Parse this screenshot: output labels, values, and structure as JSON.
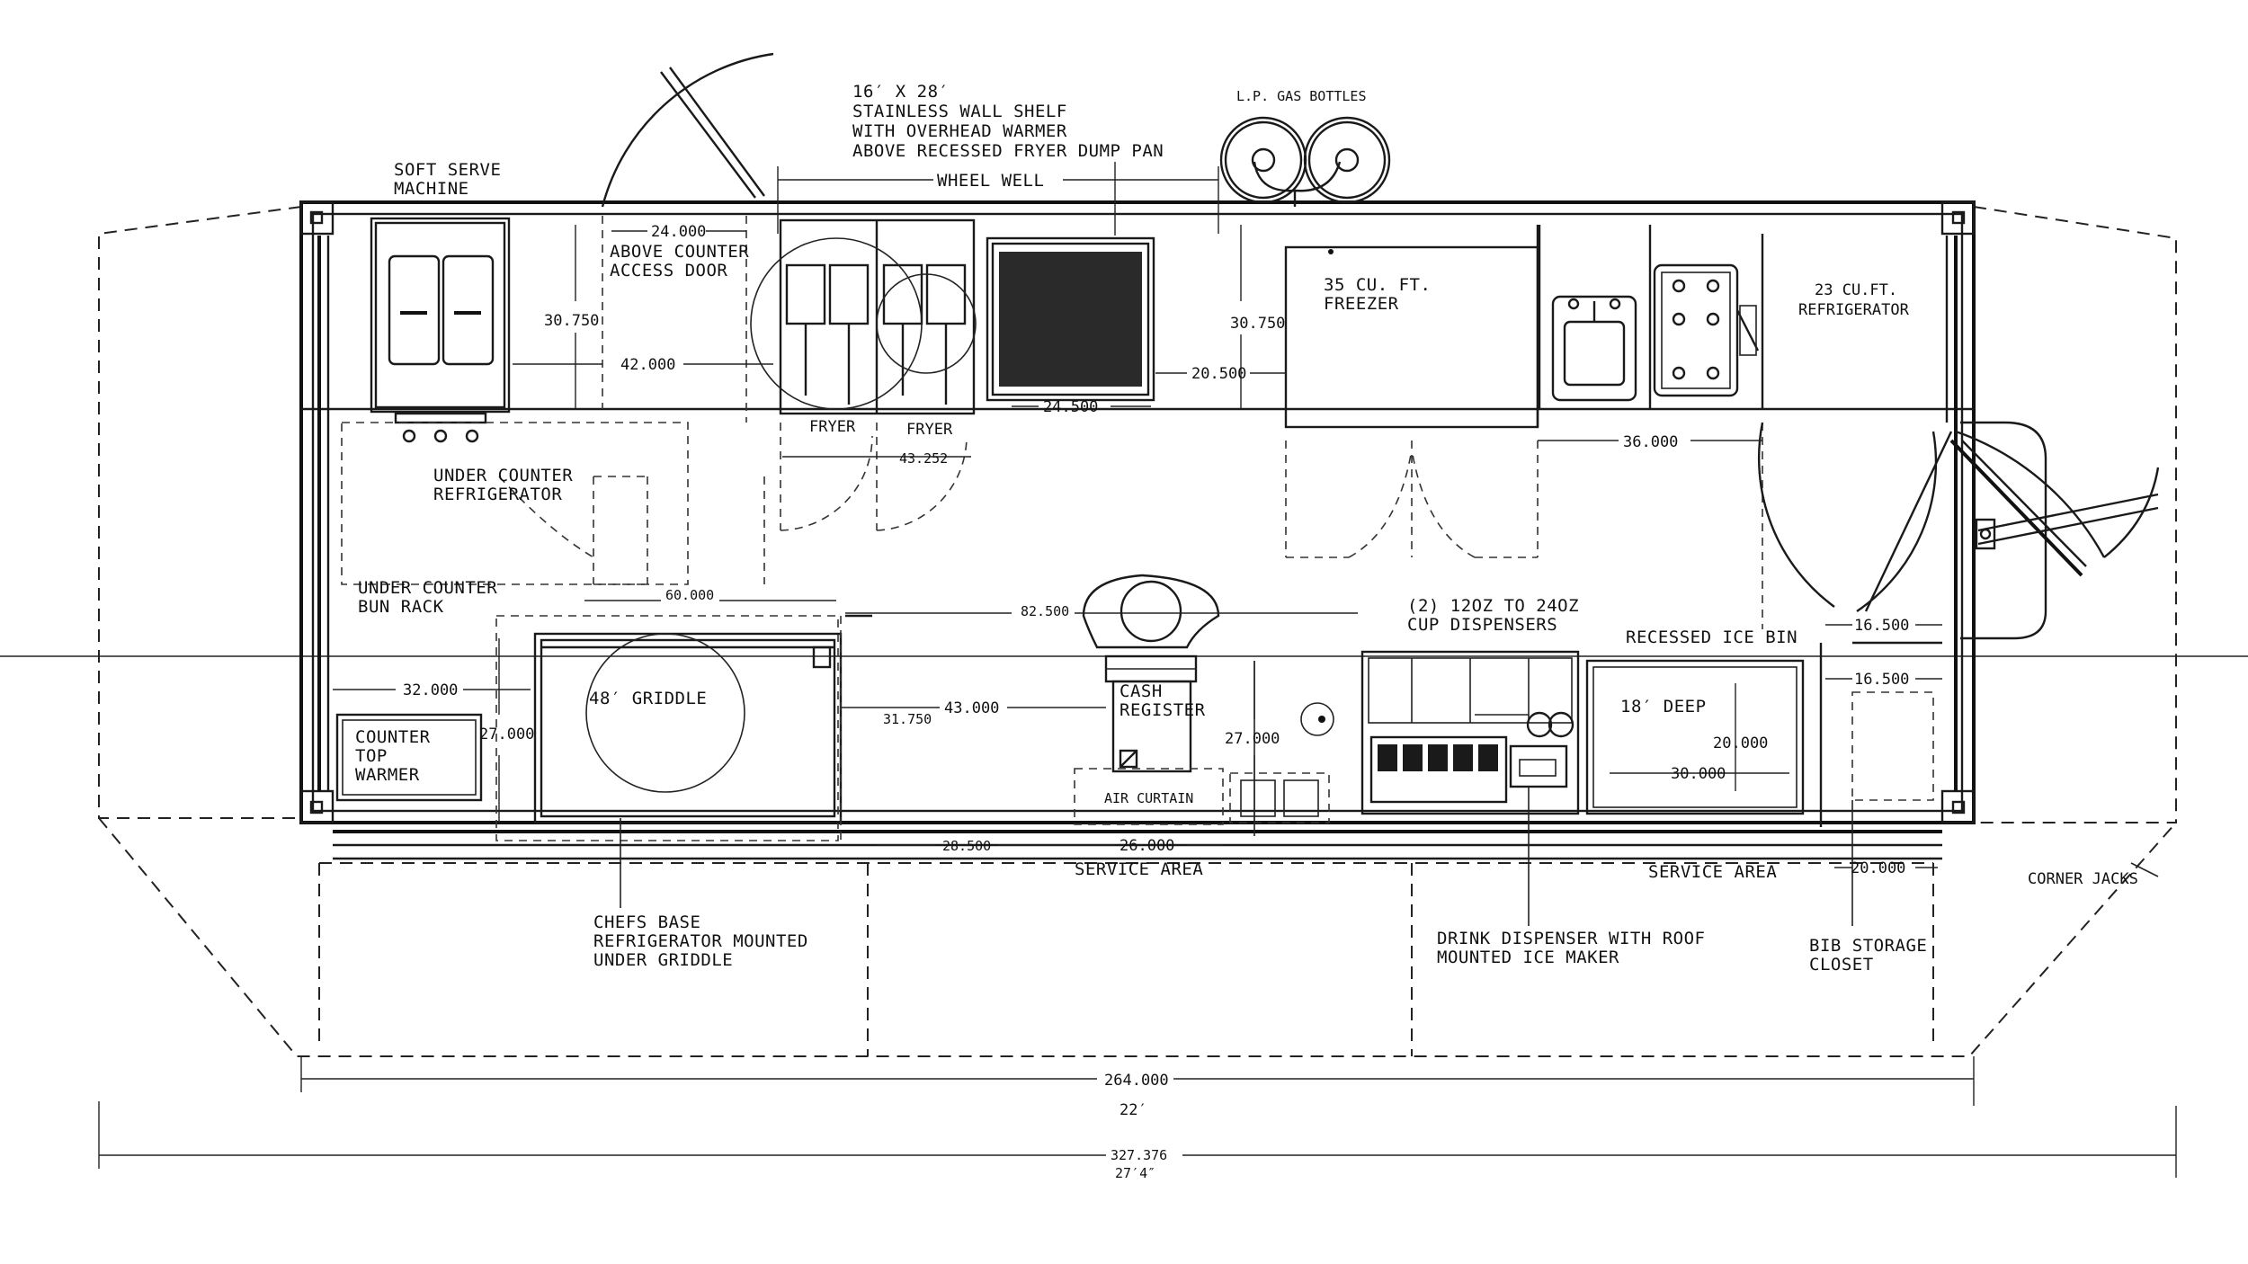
{
  "labels": {
    "soft_serve_line1": "SOFT SERVE",
    "soft_serve_line2": "MACHINE",
    "shelf_line1": "16′ X 28′",
    "shelf_line2": "STAINLESS WALL SHELF",
    "shelf_line3": "WITH OVERHEAD WARMER",
    "shelf_line4": "ABOVE RECESSED FRYER DUMP PAN",
    "wheel_well": "WHEEL WELL",
    "lp_gas": "L.P. GAS BOTTLES",
    "above_counter_line1": "ABOVE COUNTER",
    "above_counter_line2": "ACCESS DOOR",
    "freezer_line1": "35 CU. FT.",
    "freezer_line2": "FREEZER",
    "refrigerator_line1": "23 CU.FT.",
    "refrigerator_line2": "REFRIGERATOR",
    "fryer_left": "FRYER",
    "fryer_right": "FRYER",
    "under_counter_fridge_line1": "UNDER COUNTER",
    "under_counter_fridge_line2": "REFRIGERATOR",
    "bun_rack_line1": "UNDER COUNTER",
    "bun_rack_line2": "BUN RACK",
    "griddle": "48′ GRIDDLE",
    "cash_register_line1": "CASH",
    "cash_register_line2": "REGISTER",
    "air_curtain": "AIR CURTAIN",
    "cup_dispensers_line1": "(2) 12OZ TO 24OZ",
    "cup_dispensers_line2": "CUP DISPENSERS",
    "recessed_ice_bin": "RECESSED ICE BIN",
    "deep": "18′ DEEP",
    "counter_warmer_line1": "COUNTER",
    "counter_warmer_line2": "TOP",
    "counter_warmer_line3": "WARMER",
    "service_area_left": "SERVICE AREA",
    "service_area_right": "SERVICE AREA",
    "corner_jacks": "CORNER JACKS",
    "chefs_base_line1": "CHEFS BASE",
    "chefs_base_line2": "REFRIGERATOR MOUNTED",
    "chefs_base_line3": "UNDER GRIDDLE",
    "drink_dispenser_line1": "DRINK DISPENSER WITH ROOF",
    "drink_dispenser_line2": "MOUNTED ICE MAKER",
    "bib_storage_line1": "BIB STORAGE",
    "bib_storage_line2": "CLOSET"
  },
  "dimensions": {
    "d_24000": "24.000",
    "d_30750_left": "30.750",
    "d_42000": "42.000",
    "d_30750_right": "30.750",
    "d_20500": "20.500",
    "d_24500": "24.500",
    "d_43252": "43.252",
    "d_36000": "36.000",
    "d_60000": "60.000",
    "d_82500": "82.500",
    "d_16500_top": "16.500",
    "d_16500_bottom": "16.500",
    "d_32000": "32.000",
    "d_27000_left": "27.000",
    "d_31750": "31.750",
    "d_43000": "43.000",
    "d_27000_mid": "27.000",
    "d_20000_v": "20.000",
    "d_30000": "30.000",
    "d_28500": "28.500",
    "d_26000": "26.000",
    "d_20000_h": "20.000",
    "d_264000": "264.000",
    "d_22ft": "22′",
    "d_327376": "327.376",
    "d_27ft4": "27′4″"
  }
}
